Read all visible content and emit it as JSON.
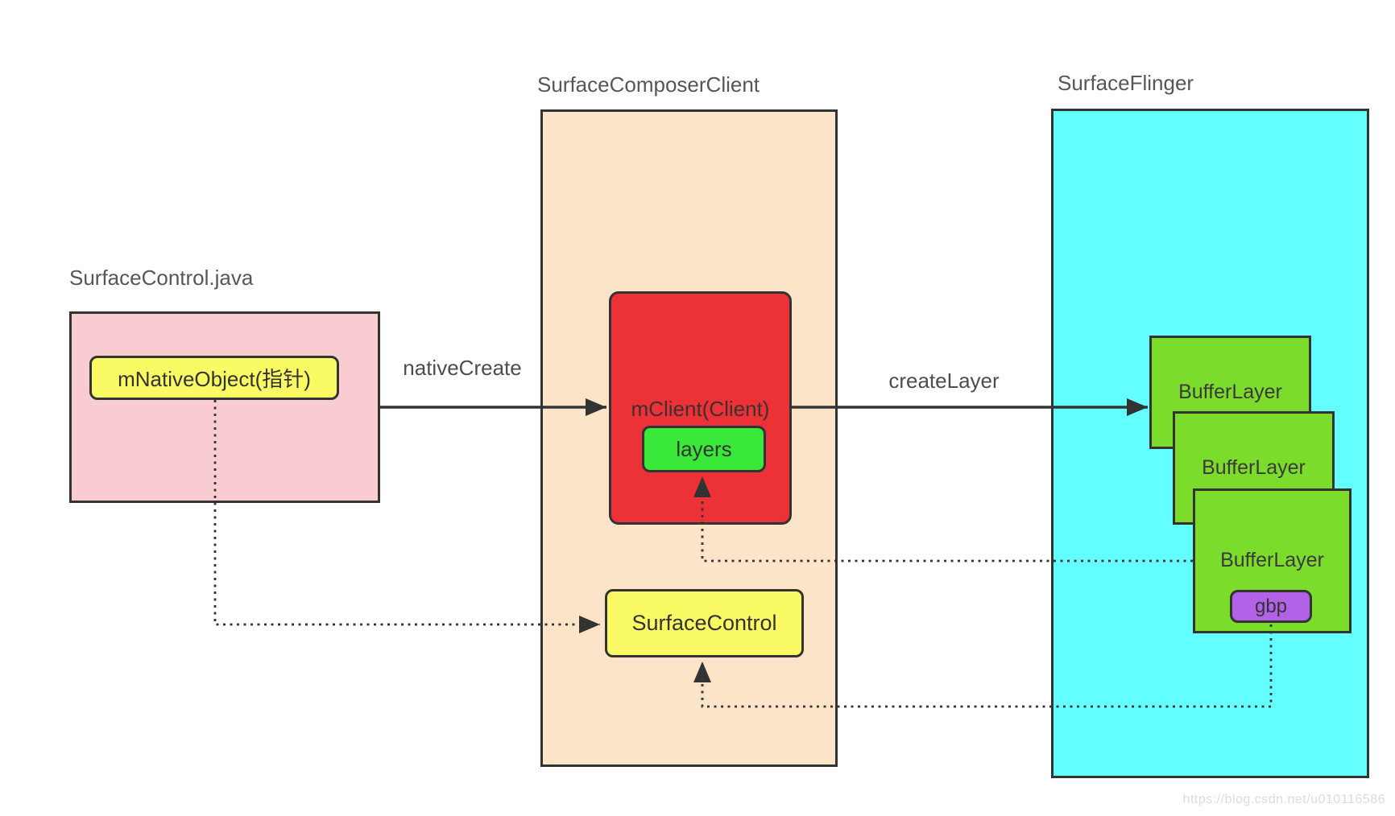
{
  "diagram": {
    "groups": {
      "surface_control_java": {
        "label": "SurfaceControl.java",
        "native_object_label": "mNativeObject(指针)"
      },
      "surface_composer_client": {
        "label": "SurfaceComposerClient",
        "client_label": "mClient(Client)",
        "layers_label": "layers",
        "surface_control_label": "SurfaceControl"
      },
      "surface_flinger": {
        "label": "SurfaceFlinger",
        "buffer_layers": [
          "BufferLayer",
          "BufferLayer",
          "BufferLayer"
        ],
        "gbp_label": "gbp"
      }
    },
    "arrows": {
      "native_create_label": "nativeCreate",
      "create_layer_label": "createLayer"
    },
    "watermark": "https://blog.csdn.net/u010116586",
    "colors": {
      "pink_fill": "#f8ccd0",
      "peach_fill": "#fbe4c7",
      "cyan_fill": "#63ffff",
      "red_fill": "#ed3237",
      "green_fill": "#3ae83a",
      "lime_fill": "#7cdc2c",
      "yellow_fill": "#fafa64",
      "purple_fill": "#b262e6",
      "stroke": "#333333"
    }
  }
}
